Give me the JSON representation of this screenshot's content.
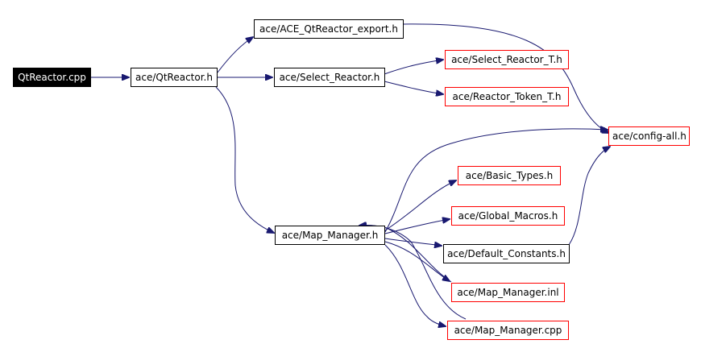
{
  "nodes": {
    "qtreactor_cpp": "QtReactor.cpp",
    "qtreactor_h": "ace/QtReactor.h",
    "qtreactor_export_h": "ace/ACE_QtReactor_export.h",
    "select_reactor_h": "ace/Select_Reactor.h",
    "select_reactor_t_h": "ace/Select_Reactor_T.h",
    "reactor_token_t_h": "ace/Reactor_Token_T.h",
    "config_all_h": "ace/config-all.h",
    "basic_types_h": "ace/Basic_Types.h",
    "global_macros_h": "ace/Global_Macros.h",
    "map_manager_h": "ace/Map_Manager.h",
    "default_constants_h": "ace/Default_Constants.h",
    "map_manager_inl": "ace/Map_Manager.inl",
    "map_manager_cpp": "ace/Map_Manager.cpp"
  },
  "colors": {
    "edge": "#191970",
    "documented_border": "#000000",
    "undocumented_border": "#ff0000",
    "root_fill": "#000000"
  }
}
